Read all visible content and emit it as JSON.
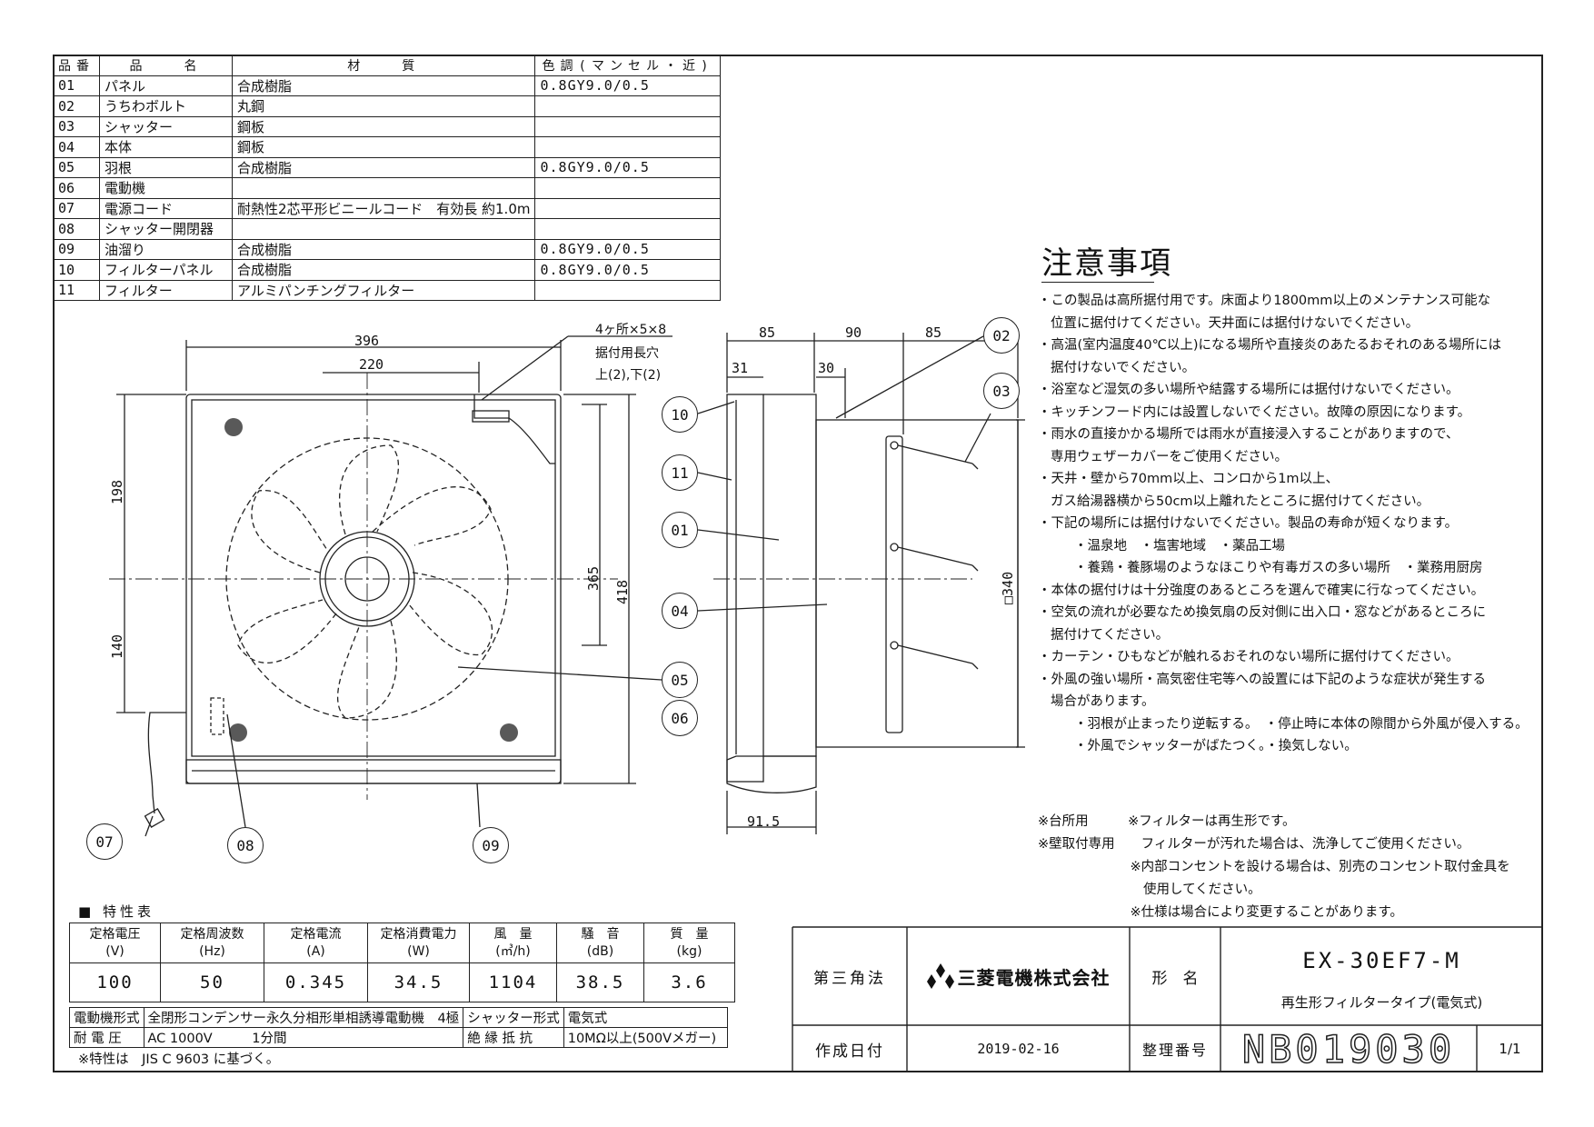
{
  "parts": {
    "headers": [
      "品番",
      "品　　名",
      "材　　質",
      "色調(マンセル・近)"
    ],
    "rows": [
      {
        "no": "01",
        "name": "パネル",
        "material": "合成樹脂",
        "color": "0.8GY9.0/0.5"
      },
      {
        "no": "02",
        "name": "うちわボルト",
        "material": "丸鋼",
        "color": ""
      },
      {
        "no": "03",
        "name": "シャッター",
        "material": "鋼板",
        "color": ""
      },
      {
        "no": "04",
        "name": "本体",
        "material": "鋼板",
        "color": ""
      },
      {
        "no": "05",
        "name": "羽根",
        "material": "合成樹脂",
        "color": "0.8GY9.0/0.5"
      },
      {
        "no": "06",
        "name": "電動機",
        "material": "",
        "color": ""
      },
      {
        "no": "07",
        "name": "電源コード",
        "material": "耐熱性2芯平形ビニールコード　有効長 約1.0m",
        "color": ""
      },
      {
        "no": "08",
        "name": "シャッター開閉器",
        "material": "",
        "color": ""
      },
      {
        "no": "09",
        "name": "油溜り",
        "material": "合成樹脂",
        "color": "0.8GY9.0/0.5"
      },
      {
        "no": "10",
        "name": "フィルターパネル",
        "material": "合成樹脂",
        "color": "0.8GY9.0/0.5"
      },
      {
        "no": "11",
        "name": "フィルター",
        "material": "アルミパンチングフィルター",
        "color": ""
      }
    ]
  },
  "front_view": {
    "dims": {
      "width_total": "396",
      "width_offset": "220",
      "height_top": "198",
      "height_bottom": "140",
      "inner_height": "365",
      "total_height": "418"
    },
    "mount_holes_label_1": "4ヶ所×5×8",
    "mount_holes_label_2": "据付用長穴",
    "mount_holes_label_3": "上(2),下(2)"
  },
  "side_view": {
    "dims": {
      "d85a": "85",
      "d90": "90",
      "d85b": "85",
      "d31": "31",
      "d30": "30",
      "depth": "91.5",
      "duct": "□340"
    }
  },
  "callouts": {
    "c01": "01",
    "c02": "02",
    "c03": "03",
    "c04": "04",
    "c05": "05",
    "c06": "06",
    "c07": "07",
    "c08": "08",
    "c09": "09",
    "c10": "10",
    "c11": "11"
  },
  "notes": {
    "title": "注意事項",
    "items": [
      {
        "t": "・この製品は高所据付用です。床面より1800mm以上のメンテナンス可能な",
        "c": "it"
      },
      {
        "t": "位置に据付けてください。天井面には据付けないでください。",
        "c": "ind1"
      },
      {
        "t": "・高温(室内温度40℃以上)になる場所や直接炎のあたるおそれのある場所には",
        "c": "it"
      },
      {
        "t": "据付けないでください。",
        "c": "ind1"
      },
      {
        "t": "・浴室など湿気の多い場所や結露する場所には据付けないでください。",
        "c": "it"
      },
      {
        "t": "・キッチンフード内には設置しないでください。故障の原因になります。",
        "c": "it"
      },
      {
        "t": "・雨水の直接かかる場所では雨水が直接浸入することがありますので、",
        "c": "it"
      },
      {
        "t": "専用ウェザーカバーをご使用ください。",
        "c": "ind1"
      },
      {
        "t": "・天井・壁から70mm以上、コンロから1m以上、",
        "c": "it"
      },
      {
        "t": "ガス給湯器横から50cm以上離れたところに据付けてください。",
        "c": "ind1"
      },
      {
        "t": "・下記の場所には据付けないでください。製品の寿命が短くなります。",
        "c": "it"
      },
      {
        "t": "・温泉地　・塩害地域　・薬品工場",
        "c": "ind2"
      },
      {
        "t": "・養鶏・養豚場のようなほこりや有毒ガスの多い場所　・業務用厨房",
        "c": "ind2"
      },
      {
        "t": "・本体の据付けは十分強度のあるところを選んで確実に行なってください。",
        "c": "it"
      },
      {
        "t": "・空気の流れが必要なため換気扇の反対側に出入口・窓などがあるところに",
        "c": "it"
      },
      {
        "t": "据付けてください。",
        "c": "ind1"
      },
      {
        "t": "・カーテン・ひもなどが触れるおそれのない場所に据付けてください。",
        "c": "it"
      },
      {
        "t": "・外風の強い場所・高気密住宅等への設置には下記のような症状が発生する",
        "c": "it"
      },
      {
        "t": "場合があります。",
        "c": "ind1"
      },
      {
        "t": "・羽根が止まったり逆転する。　・停止時に本体の隙間から外風が侵入する。",
        "c": "ind2"
      },
      {
        "t": "・外風でシャッターがばたつく。・換気しない。",
        "c": "ind2"
      }
    ]
  },
  "extra_notes": [
    "※台所用　　　※フィルターは再生形です。",
    "※壁取付専用　　フィルターが汚れた場合は、洗浄してご使用ください。",
    "　　　　　　　※内部コンセントを設ける場合は、別売のコンセント取付金具を",
    "　　　　　　　　使用してください。",
    "　　　　　　　※仕様は場合により変更することがあります。"
  ],
  "spec": {
    "title": "■ 特性表",
    "headers": [
      "定格電圧\n(V)",
      "定格周波数\n(Hz)",
      "定格電流\n(A)",
      "定格消費電力\n(W)",
      "風　量\n(㎥/h)",
      "騒　音\n(dB)",
      "質　量\n(kg)"
    ],
    "values": [
      "100",
      "50",
      "0.345",
      "34.5",
      "1104",
      "38.5",
      "3.6"
    ],
    "motor_label": "電動機形式",
    "motor_value": "全閉形コンデンサー永久分相形単相誘導電動機　4極",
    "shutter_label": "シャッター形式",
    "shutter_value": "電気式",
    "voltage_label": "耐 電 圧",
    "voltage_value": "AC 1000V　　　1分間",
    "insulation_label": "絶 縁 抵 抗",
    "insulation_value": "10MΩ以上(500Vメガー)",
    "footnote": "※特性は　JIS C 9603 に基づく。"
  },
  "title_block": {
    "projection": "第三角法",
    "company": "三菱電機株式会社",
    "model_label": "形　名",
    "model": "EX-30EF7-M",
    "model_desc": "再生形フィルタータイプ(電気式)",
    "date_label": "作成日付",
    "date": "2019-02-16",
    "number_label": "整理番号",
    "number": "NB019030",
    "sheet": "1/1"
  }
}
